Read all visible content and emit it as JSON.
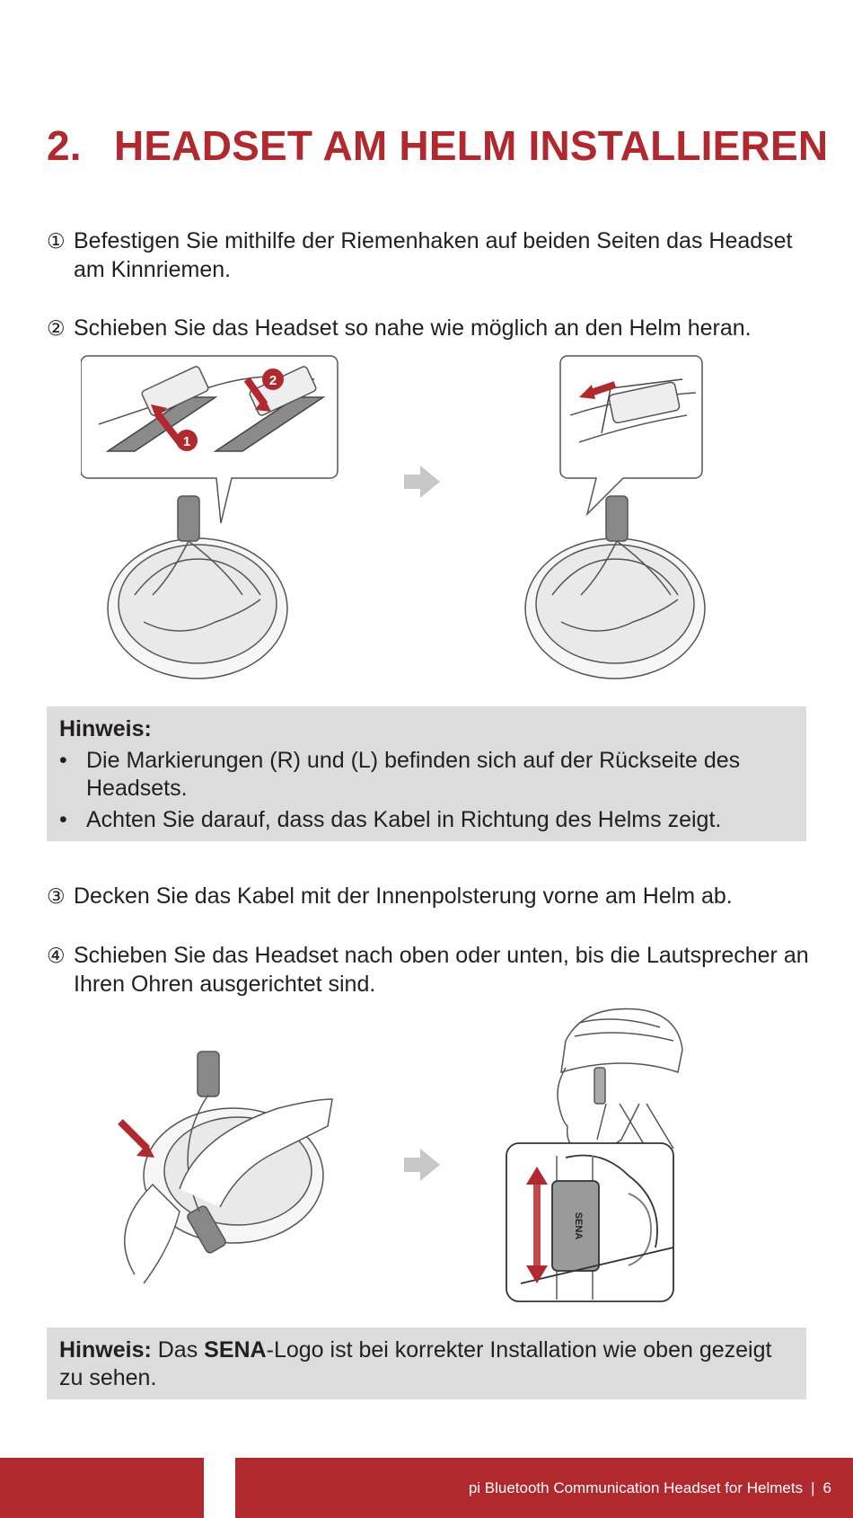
{
  "section": {
    "number": "2.",
    "title": "HEADSET AM HELM INSTALLIEREN"
  },
  "steps": [
    {
      "marker": "①",
      "text": "Befestigen Sie mithilfe der Riemenhaken auf beiden Seiten das Headset am Kinnriemen."
    },
    {
      "marker": "②",
      "text": "Schieben Sie das Headset so nahe wie möglich an den Helm heran."
    },
    {
      "marker": "③",
      "text": "Decken Sie das Kabel mit der Innenpolsterung vorne am Helm ab."
    },
    {
      "marker": "④",
      "text": "Schieben Sie das Headset nach oben oder unten, bis die Lautsprecher an Ihren Ohren ausgerichtet sind."
    }
  ],
  "note1": {
    "heading": "Hinweis:",
    "items": [
      "Die Markierungen (R) und (L) befinden sich auf der Rückseite des Headsets.",
      "Achten Sie darauf, dass das Kabel in Richtung des Helms zeigt."
    ]
  },
  "note2": {
    "heading": "Hinweis:",
    "text_before": " Das ",
    "brand": "SENA",
    "text_after": "-Logo ist bei korrekter Installation wie oben gezeigt zu sehen."
  },
  "figure1": {
    "callout_1": "1",
    "callout_2": "2"
  },
  "figure2": {
    "device_label": "SENA"
  },
  "footer": {
    "text": "pi Bluetooth Communication Headset for Helmets",
    "separator": "|",
    "page": "6"
  },
  "colors": {
    "accent": "#b0292f",
    "note_bg": "#dcdcdc",
    "arrow_grey": "#c7c7c7"
  },
  "icons": [
    "right-arrow-icon",
    "red-arrow-icon",
    "double-arrow-icon"
  ]
}
